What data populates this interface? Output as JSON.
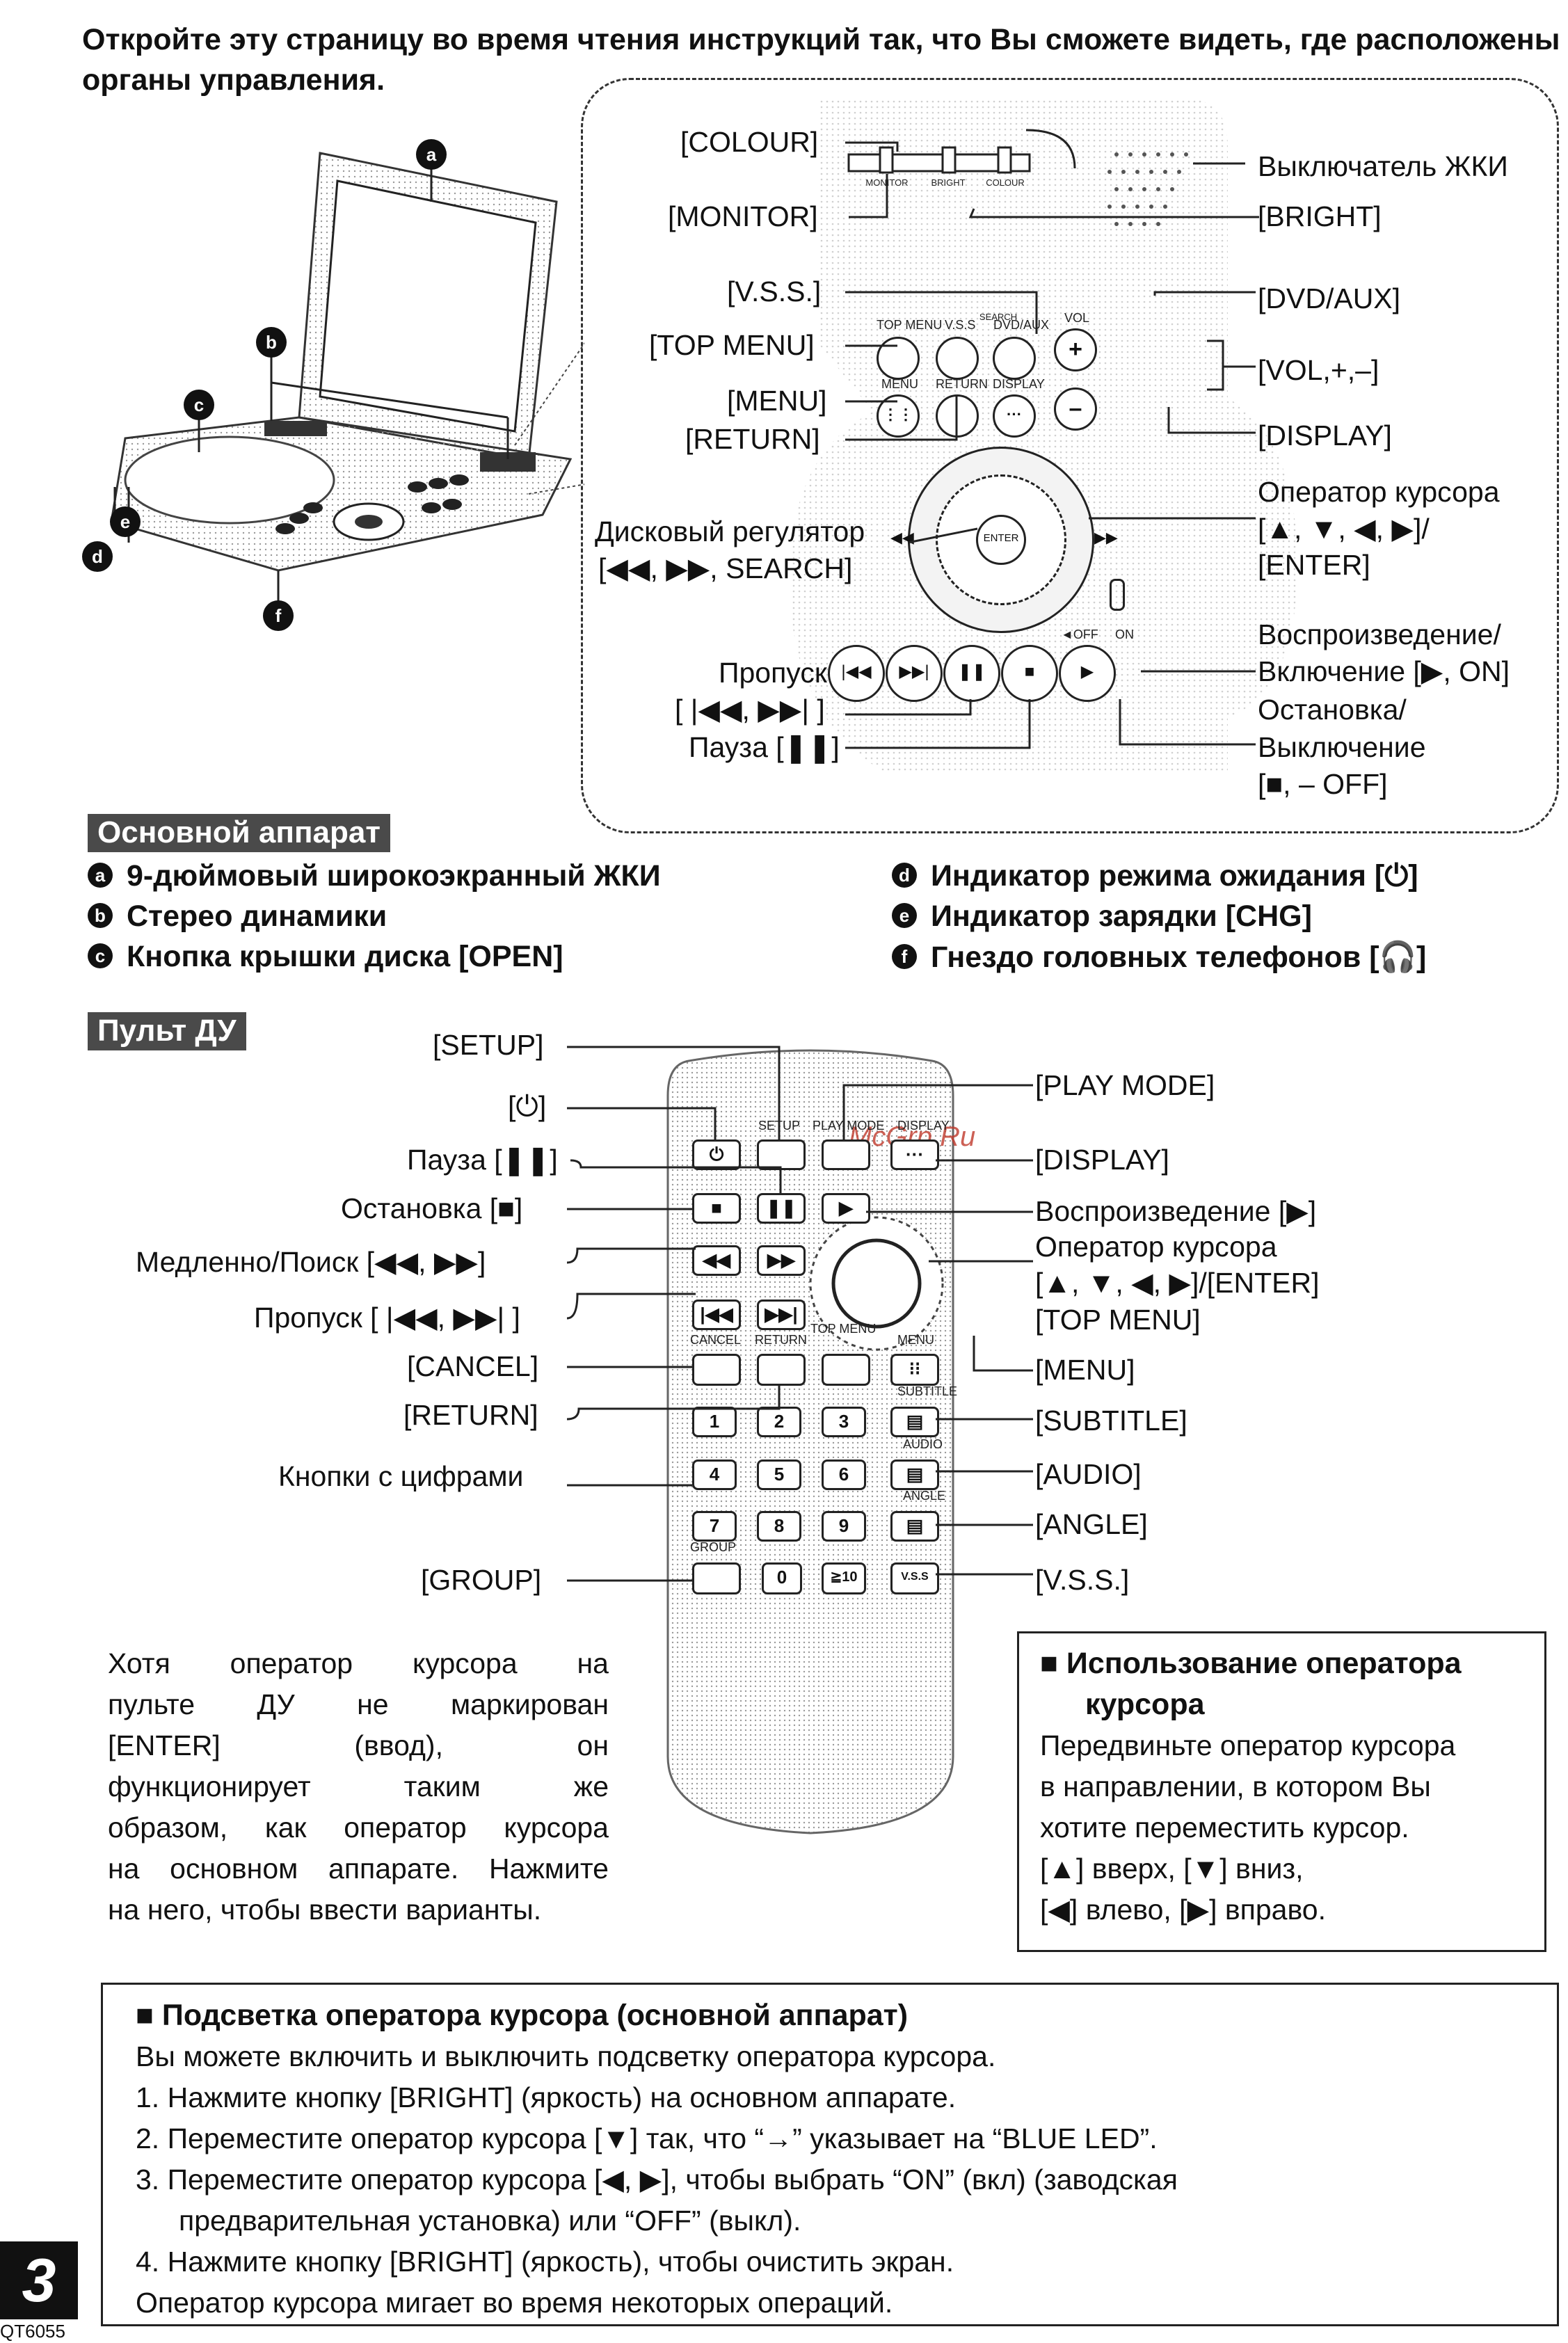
{
  "intro": {
    "line1": "Откройте эту страницу во время чтения инструкций так, что Вы сможете видеть, где расположены",
    "line2": "органы управления."
  },
  "unit_diagram": {
    "markers": [
      "a",
      "b",
      "c",
      "d",
      "e",
      "f"
    ],
    "labels_left": {
      "colour": "[COLOUR]",
      "monitor": "[MONITOR]",
      "vss": "[V.S.S.]",
      "top_menu": "[TOP MENU]",
      "menu": "[MENU]",
      "return": "[RETURN]",
      "disc_dial_1": "Дисковый регулятор",
      "disc_dial_2": "[◀◀, ▶▶, SEARCH]",
      "skip_1": "Пропуск",
      "skip_2": "[ |◀◀, ▶▶| ]",
      "pause": "Пауза [❚❚]"
    },
    "labels_right": {
      "lcd_switch": "Выключатель ЖКИ",
      "bright": "[BRIGHT]",
      "dvd_aux": "[DVD/AUX]",
      "vol": "[VOL,+,–]",
      "display": "[DISPLAY]",
      "cursor_1": "Оператор курсора",
      "cursor_2": "[▲, ▼, ◀, ▶]/",
      "cursor_3": "[ENTER]",
      "play_1": "Воспроизведение/",
      "play_2": "Включение [▶, ON]",
      "stop_1": "Остановка/",
      "stop_2": "Выключение",
      "stop_3": "[■, – OFF]"
    },
    "printed": {
      "monitor": "MONITOR",
      "bright": "BRIGHT",
      "colour": "COLOUR",
      "top_menu": "TOP MENU",
      "vss": "V.S.S",
      "dvd_aux": "DVD/AUX",
      "vol": "VOL",
      "menu": "MENU",
      "return": "RETURN",
      "display": "DISPLAY",
      "search": "SEARCH",
      "enter": "ENTER",
      "off": "◄OFF",
      "on": "ON"
    }
  },
  "main_unit": {
    "title": "Основной аппарат",
    "items": [
      {
        "mark": "a",
        "text": "9-дюймовый широкоэкранный ЖКИ"
      },
      {
        "mark": "b",
        "text": "Стерео динамики"
      },
      {
        "mark": "c",
        "text": "Кнопка крышки диска [OPEN]"
      },
      {
        "mark": "d",
        "text": "Индикатор режима ожидания [⏻]"
      },
      {
        "mark": "e",
        "text": "Индикатор зарядки [CHG]"
      },
      {
        "mark": "f",
        "text": "Гнездо головных телефонов [🎧]"
      }
    ]
  },
  "remote": {
    "title": "Пульт ДУ",
    "watermark": "McGrp.Ru",
    "labels_left": {
      "setup": "[SETUP]",
      "power": "[⏻]",
      "pause": "Пауза [❚❚]",
      "stop": "Остановка [■]",
      "slow": "Медленно/Поиск [◀◀, ▶▶]",
      "skip": "Пропуск [ |◀◀, ▶▶| ]",
      "cancel": "[CANCEL]",
      "return": "[RETURN]",
      "numbers": "Кнопки с цифрами",
      "group": "[GROUP]"
    },
    "labels_right": {
      "play_mode": "[PLAY MODE]",
      "display": "[DISPLAY]",
      "play": "Воспроизведение [▶]",
      "cursor_1": "Оператор курсора",
      "cursor_2": "[▲, ▼, ◀, ▶]/[ENTER]",
      "top_menu": "[TOP MENU]",
      "menu": "[MENU]",
      "subtitle": "[SUBTITLE]",
      "audio": "[AUDIO]",
      "angle": "[ANGLE]",
      "vss": "[V.S.S.]"
    },
    "printed": {
      "setup": "SETUP",
      "play_mode": "PLAY MODE",
      "display": "DISPLAY",
      "cancel": "CANCEL",
      "return": "RETURN",
      "top_menu": "TOP MENU",
      "menu": "MENU",
      "subtitle": "SUBTITLE",
      "audio": "AUDIO",
      "angle": "ANGLE",
      "group": "GROUP",
      "vss": "V.S.S"
    },
    "digits": [
      "1",
      "2",
      "3",
      "4",
      "5",
      "6",
      "7",
      "8",
      "9",
      "0",
      "≧10"
    ]
  },
  "note_left": [
    "Хотя оператор курсора на",
    "пульте ДУ не маркирован",
    "[ENTER] (ввод), он",
    "функционирует таким же",
    "образом, как оператор курсора",
    "на основном аппарате. Нажмите",
    "на него, чтобы ввести варианты."
  ],
  "cursor_box": {
    "title_1": "■ Использование оператора",
    "title_2": "курсора",
    "lines": [
      "Передвиньте оператор курсора",
      "в направлении, в котором Вы",
      "хотите переместить курсор.",
      "[▲] вверх, [▼] вниз,",
      "[◀] влево, [▶] вправо."
    ]
  },
  "backlight_box": {
    "title": "■ Подсветка оператора курсора (основной аппарат)",
    "lines": [
      "Вы можете включить и выключить подсветку оператора курсора.",
      "1. Нажмите кнопку [BRIGHT] (яркость) на основном аппарате.",
      "2. Переместите оператор курсора [▼] так, что “→” указывает на “BLUE LED”.",
      "3. Переместите оператор курсора [◀, ▶], чтобы выбрать “ON” (вкл) (заводская",
      "предварительная установка) или “OFF” (выкл).",
      "4. Нажмите кнопку [BRIGHT] (яркость), чтобы очистить экран.",
      "Оператор курсора мигает во время некоторых операций."
    ]
  },
  "footer": {
    "page_number": "3",
    "code": "QT6055"
  }
}
